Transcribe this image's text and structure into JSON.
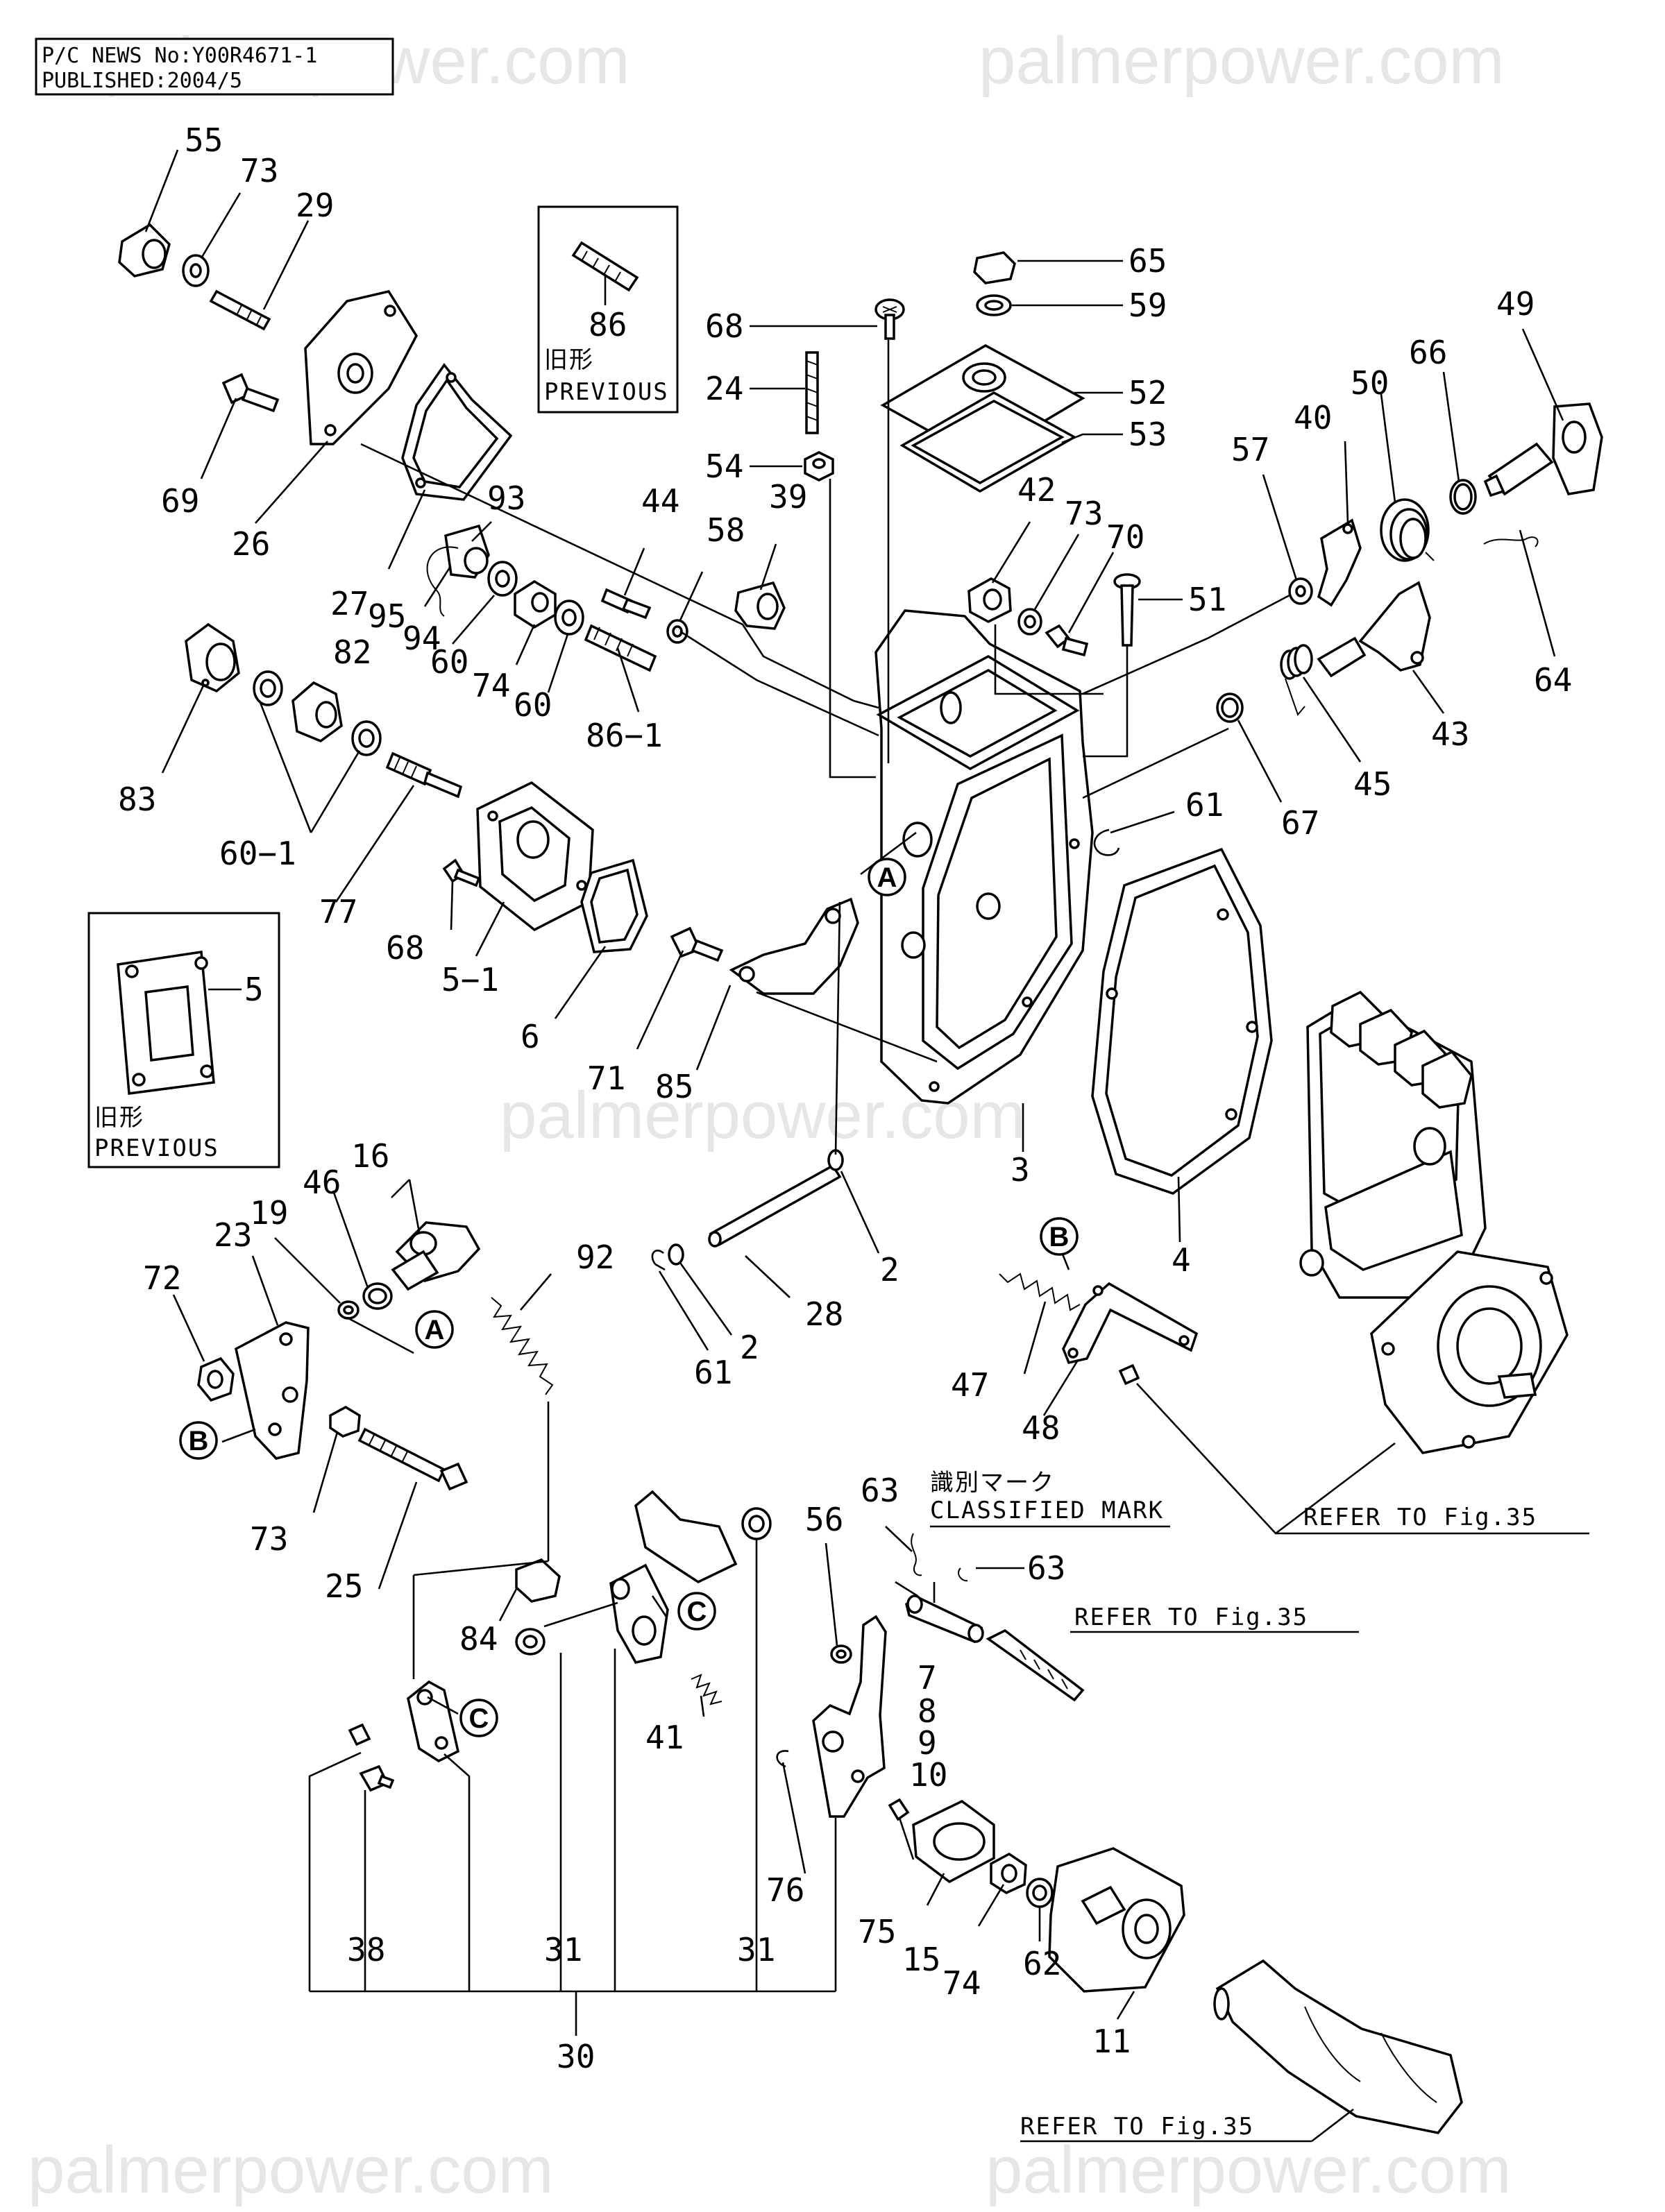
{
  "header": {
    "news_line": "P/C NEWS No:Y00R4671-1",
    "published_line": "PUBLISHED:2004/5"
  },
  "watermark": "palmerpower.com",
  "notes": {
    "previous_jp": "旧形",
    "previous_en": "PREVIOUS",
    "classified_jp": "識別マーク",
    "classified_en": "CLASSIFIED MARK",
    "refer_fig35": "REFER TO Fig.35"
  },
  "callouts": {
    "a": "A",
    "b": "B",
    "c": "C"
  },
  "part_numbers": {
    "p55": "55",
    "p73a": "73",
    "p29": "29",
    "p86": "86",
    "p69": "69",
    "p26": "26",
    "p27": "27",
    "p95": "95",
    "p94": "94",
    "p93": "93",
    "p60a": "60",
    "p74a": "74",
    "p60b": "60",
    "p44": "44",
    "p58": "58",
    "p39": "39",
    "p86_1": "86−1",
    "p83": "83",
    "p82": "82",
    "p60_1": "60−1",
    "p77": "77",
    "p68a": "68",
    "p5_1": "5−1",
    "p6": "6",
    "p5": "5",
    "p68b": "68",
    "p24": "24",
    "p54": "54",
    "p65": "65",
    "p59": "59",
    "p52": "52",
    "p53": "53",
    "p42": "42",
    "p73b": "73",
    "p70": "70",
    "p51": "51",
    "p57": "57",
    "p40": "40",
    "p50": "50",
    "p66": "66",
    "p49": "49",
    "p64": "64",
    "p43": "43",
    "p45": "45",
    "p67": "67",
    "p61a": "61",
    "p71": "71",
    "p85": "85",
    "p3": "3",
    "p4": "4",
    "p16": "16",
    "p46": "46",
    "p19": "19",
    "p23": "23",
    "p72": "72",
    "p92": "92",
    "p2a": "2",
    "p28": "28",
    "p2b": "2",
    "p61b": "61",
    "p73c": "73",
    "p25": "25",
    "p47": "47",
    "p48": "48",
    "p63a": "63",
    "p63b": "63",
    "p56": "56",
    "p7": "7",
    "p8": "8",
    "p9": "9",
    "p10": "10",
    "p84": "84",
    "p41": "41",
    "p38": "38",
    "p31a": "31",
    "p31b": "31",
    "p30": "30",
    "p76": "76",
    "p75": "75",
    "p15": "15",
    "p74b": "74",
    "p62": "62",
    "p11": "11"
  }
}
